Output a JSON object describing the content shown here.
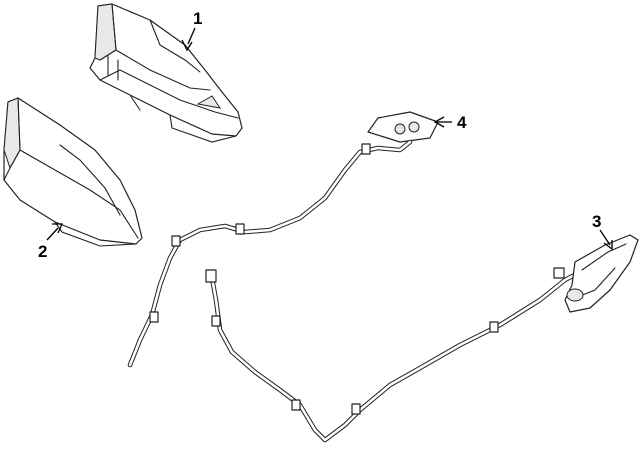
{
  "callouts": {
    "c1": "1",
    "c2": "2",
    "c3": "3",
    "c4": "4"
  },
  "colors": {
    "line": "#222222",
    "fill": "#ffffff",
    "shade": "#e9e9e9"
  }
}
